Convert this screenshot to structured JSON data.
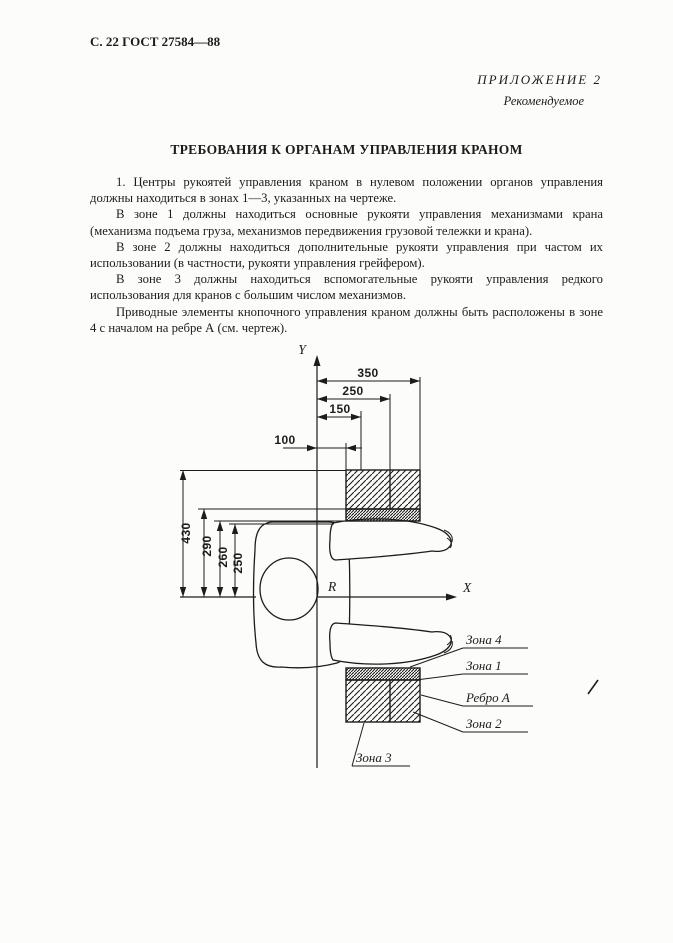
{
  "page": {
    "header_left": "С. 22 ГОСТ 27584—88",
    "annex": {
      "label": "ПРИЛОЖЕНИЕ 2",
      "kind": "Рекомендуемое"
    },
    "title": "ТРЕБОВАНИЯ К ОРГАНАМ УПРАВЛЕНИЯ КРАНОМ",
    "paragraphs": [
      "1. Центры рукоятей управления краном в нулевом положении органов управления должны находиться в зонах 1—3, указанных на чертеже.",
      "В зоне 1 должны находиться основные рукояти управления механизмами крана (механизма подъема груза, механизмов передвижения грузовой тележки и крана).",
      "В зоне 2 должны находиться дополнительные рукояти управления при частом их использовании (в частности, рукояти управления грейфером).",
      "В зоне 3 должны находиться вспомогательные рукояти управления редкого использования для кранов с большим числом механизмов.",
      "Приводные элементы кнопочного управления краном должны быть расположены в зоне 4 с началом на ребре А (см. чертеж)."
    ]
  },
  "diagram": {
    "axes": {
      "x": "X",
      "y": "Y"
    },
    "radius_label": "R",
    "horizontal_dimensions_mm": [
      "350",
      "250",
      "150",
      "100"
    ],
    "vertical_dimensions_mm": [
      "430",
      "290",
      "260",
      "250"
    ],
    "callouts": {
      "zone4": "Зона 4",
      "zone1": "Зона 1",
      "edge_a": "Ребро А",
      "zone2": "Зона 2",
      "zone3": "Зона 3"
    }
  },
  "colors": {
    "paper": "#fcfcfa",
    "ink": "#1c1c1c"
  }
}
